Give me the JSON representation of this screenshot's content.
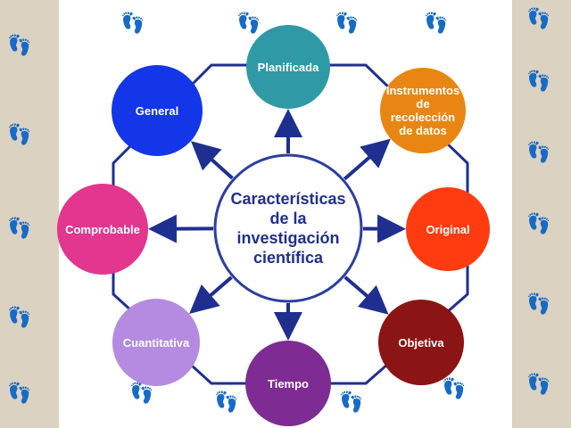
{
  "diagram": {
    "center": {
      "label": "Características de la investigación científica"
    },
    "nodes": [
      {
        "id": "planificada",
        "label": "Planificada",
        "color": "#2f9aa6"
      },
      {
        "id": "instrumentos",
        "label": "Instrumentos de recolección de datos",
        "color": "#e98613"
      },
      {
        "id": "original",
        "label": "Original",
        "color": "#ff3b10"
      },
      {
        "id": "objetiva",
        "label": "Objetiva",
        "color": "#8b1414"
      },
      {
        "id": "tiempo",
        "label": "Tiempo",
        "color": "#7e2b93"
      },
      {
        "id": "cuantitativa",
        "label": "Cuantitativa",
        "color": "#b48be0"
      },
      {
        "id": "comprobable",
        "label": "Comprobable",
        "color": "#e2368f"
      },
      {
        "id": "general",
        "label": "General",
        "color": "#1336e8"
      }
    ],
    "colors": {
      "arrow": "#1f2f8f",
      "center_border": "#2b3f9e",
      "center_text": "#1f2f8f",
      "footprint": "#b07668"
    },
    "decoration_icon": "footprints-icon"
  }
}
